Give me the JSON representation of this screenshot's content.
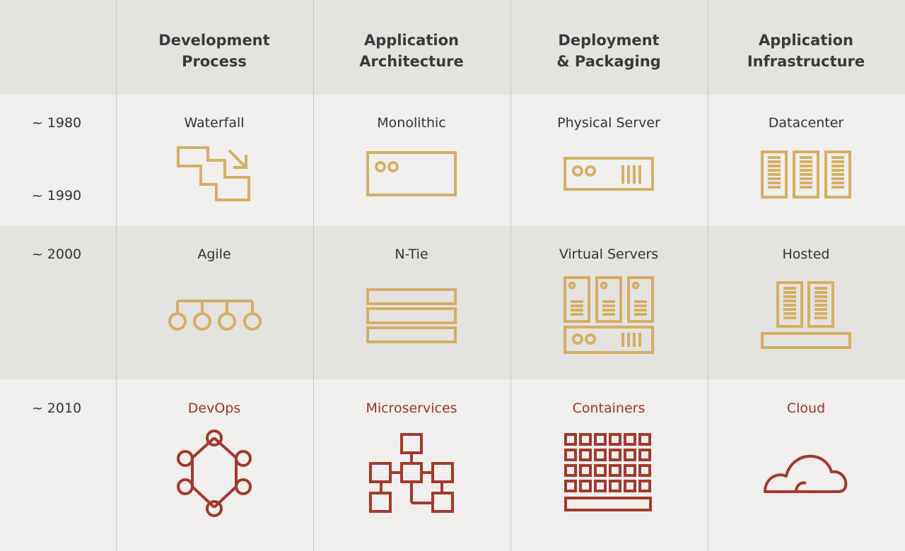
{
  "columns": [
    {
      "line1": "Development",
      "line2": "Process"
    },
    {
      "line1": "Application",
      "line2": "Architecture"
    },
    {
      "line1": "Deployment",
      "line2": "& Packaging"
    },
    {
      "line1": "Application",
      "line2": "Infrastructure"
    }
  ],
  "years": [
    "~ 1980",
    "~ 1990",
    "~ 2000",
    "~ 2010"
  ],
  "rows": [
    {
      "cells": [
        {
          "label": "Waterfall",
          "icon": "waterfall-icon"
        },
        {
          "label": "Monolithic",
          "icon": "monolithic-icon"
        },
        {
          "label": "Physical Server",
          "icon": "physical-server-icon"
        },
        {
          "label": "Datacenter",
          "icon": "datacenter-icon"
        }
      ]
    },
    {
      "cells": [
        {
          "label": "Agile",
          "icon": "agile-icon"
        },
        {
          "label": "N-Tie",
          "icon": "n-tier-icon"
        },
        {
          "label": "Virtual Servers",
          "icon": "virtual-servers-icon"
        },
        {
          "label": "Hosted",
          "icon": "hosted-icon"
        }
      ]
    },
    {
      "cells": [
        {
          "label": "DevOps",
          "icon": "devops-icon"
        },
        {
          "label": "Microservices",
          "icon": "microservices-icon"
        },
        {
          "label": "Containers",
          "icon": "containers-icon"
        },
        {
          "label": "Cloud",
          "icon": "cloud-icon"
        }
      ]
    }
  ],
  "colors": {
    "legacy_icon": "#d4af66",
    "modern_icon": "#a13a2c",
    "modern_label": "#9b3428",
    "band_dark": "#e5e3e0",
    "band_light": "#f1efed"
  }
}
